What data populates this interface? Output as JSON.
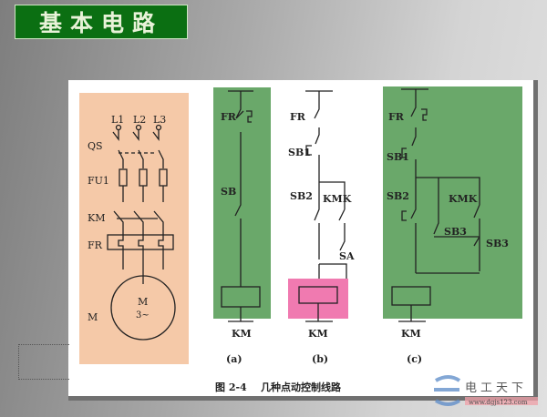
{
  "slide": {
    "title": "基本电路"
  },
  "diagram": {
    "main_circuit": {
      "phases": [
        "L1",
        "L2",
        "L3"
      ],
      "labels": {
        "switch": "QS",
        "fuse": "FU1",
        "contactor": "KM",
        "relay": "FR",
        "motor": "M",
        "motor_symbol": "M",
        "motor_type": "3~"
      }
    },
    "circuit_a": {
      "labels": [
        "FR",
        "SB",
        "KM"
      ],
      "caption": "(a)"
    },
    "circuit_b": {
      "labels": [
        "FR",
        "SB1",
        "SB2",
        "KMK",
        "SA",
        "KM"
      ],
      "caption": "(b)"
    },
    "circuit_c": {
      "labels": [
        "FR",
        "SB1",
        "SB2",
        "KMK",
        "SB3",
        "SB3",
        "KM"
      ],
      "caption": "(c)"
    },
    "figure_caption": "图 2-4    几种点动控制线路"
  },
  "watermark": {
    "text": "电工天下",
    "url": "www.dgjs123.com"
  },
  "colors": {
    "title_bg": "#0b6f12",
    "pink_panel": "#f5c9a8",
    "green_panel": "#6aa86a",
    "pink_box": "#f07ab0"
  }
}
